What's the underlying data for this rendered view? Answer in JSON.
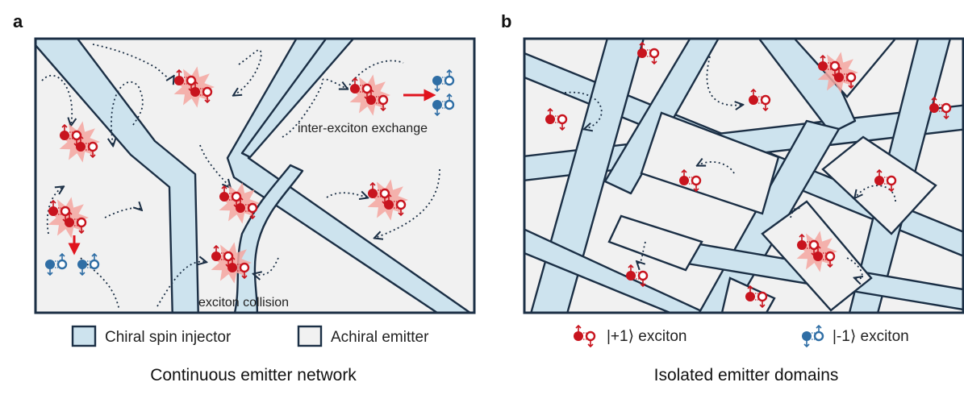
{
  "panels": [
    {
      "letter": "a",
      "caption": "Continuous emitter network"
    },
    {
      "letter": "b",
      "caption": "Isolated emitter domains"
    }
  ],
  "annotations": {
    "exchange": "inter-exciton exchange",
    "collision": "exciton collision"
  },
  "legend": {
    "injector": "Chiral spin injector",
    "emitter": "Achiral emitter",
    "plus_exciton": "|+1⟩ exciton",
    "minus_exciton": "|-1⟩ exciton"
  },
  "colors": {
    "plus": "#c8141e",
    "minus": "#2f6ea5",
    "injector_fill": "#cde3ee",
    "emitter_fill": "#f1f1f1",
    "outline": "#1b2f45",
    "burst": "#f4a6a0",
    "arrow": "#e0141e"
  }
}
